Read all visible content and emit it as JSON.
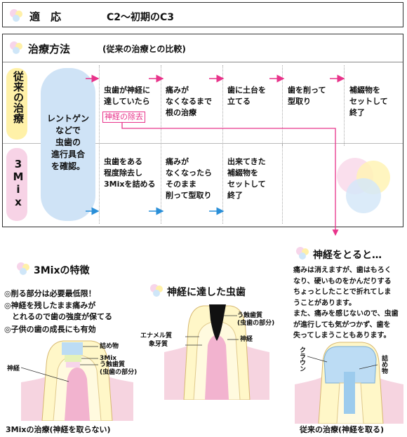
{
  "applicability": {
    "heading": "適　応",
    "value": "C2～初期のC3"
  },
  "method": {
    "heading": "治療方法",
    "subheading": "(従来の治療との比較)",
    "row_labels": [
      "従来の治療",
      "3Mix"
    ],
    "common_step": "レントゲン\nなどで\n虫歯の\n進行具合\nを確認。",
    "conventional_steps": [
      "虫歯が神経に\n達していたら",
      "痛みが\nなくなるまで\n根の治療",
      "歯に土台を\n立てる",
      "歯を削って\n型取り",
      "補綴物を\nセットして\n終了"
    ],
    "nerve_removal_tag": "神経の除去",
    "mix_steps": [
      "虫歯をある\n程度除去し\n3Mixを詰める",
      "痛みが\nなくなったら\nそのまま\n削って型取り",
      "出来てきた\n補綴物を\nセットして\n終了"
    ]
  },
  "features": {
    "title": "3Mixの特徴",
    "items": [
      "◎削る部分は必要最低限！",
      "◎神経を残したまま痛みが\n　とれるので歯の強度が保てる",
      "◎子供の歯の成長にも有効"
    ],
    "diagram_labels": {
      "filling": "詰め物",
      "mix": "3Mix",
      "decayed_dentin": "う蝕歯質\n(虫歯の部分)",
      "nerve": "神経"
    },
    "caption": "3Mixの治療(神経を取らない)"
  },
  "nerve_tooth": {
    "title": "神経に達した虫歯",
    "labels": {
      "enamel": "エナメル質",
      "dentin": "象牙質",
      "decayed_dentin": "う蝕歯質\n(虫歯の部分)",
      "nerve": "神経"
    }
  },
  "after_removal": {
    "title": "神経をとると…",
    "text": "痛みは消えますが、歯はもろく\nなり、硬いものをかんだりする\nちょっとしたことで折れてしま\nうことがあります。\nまた、痛みを感じないので、虫歯\nが進行しても気がつかず、歯を\n失ってしまうこともあります。",
    "labels": {
      "crown": "クラウン",
      "filling": "詰め物"
    },
    "caption": "従来の治療(神経を取る)"
  },
  "colors": {
    "arrow_pink": "#e8338a",
    "arrow_blue": "#2a8fd8",
    "step_blob": "#cfe3f6",
    "row_top_bg": "#fff4b8",
    "gum": "#f6d4e0",
    "enamel": "#fff7c8",
    "filling": "#bcdcf4"
  }
}
